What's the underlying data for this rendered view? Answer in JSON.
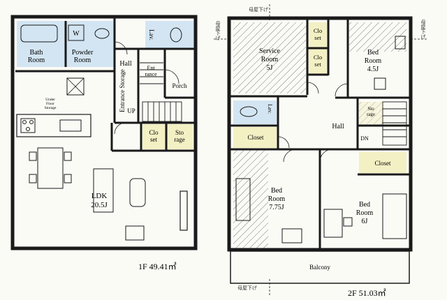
{
  "floors": [
    {
      "id": "1f",
      "caption": "1F 49.41㎡",
      "rooms": {
        "bath": "Bath Room",
        "powder": "Powder Room",
        "wc": "Lav.",
        "hall": "Hall",
        "entrance_storage": "Entrance Storage",
        "entrance": "Ent rance",
        "porch": "Porch",
        "under_floor": "Under Floor Storage",
        "up": "UP",
        "closet": "Clo set",
        "storage": "Sto rage",
        "ldk": "LDK 20.5J"
      },
      "fixtures": {
        "washer": "W"
      }
    },
    {
      "id": "2f",
      "caption": "2F 51.03㎡",
      "rooms": {
        "service_room": "Service Room 5J",
        "closet_a": "Clo set",
        "closet_b": "Clo set",
        "bed1": "Bed Room 4.5J",
        "wc": "Lav.",
        "closet_c": "Closet",
        "hall": "Hall",
        "dn": "DN",
        "storage": "Sto rage",
        "closet_d": "Closet",
        "bed2": "Bed Room 7.75J",
        "bed3": "Bed Room 6J",
        "balcony": "Balcony"
      },
      "notes": {
        "ceiling_top": "母屋下げ",
        "ceiling_left": "母屋下げ",
        "ceiling_right": "母屋下げ",
        "ceiling_bottom": "母屋下げ"
      }
    }
  ],
  "colors": {
    "wall": "#1a1a1a",
    "wet_room": "#d3e5f2",
    "storage": "#f3f0c4",
    "hatch": "#6c6c6c",
    "paper": "#fbfbf6"
  }
}
